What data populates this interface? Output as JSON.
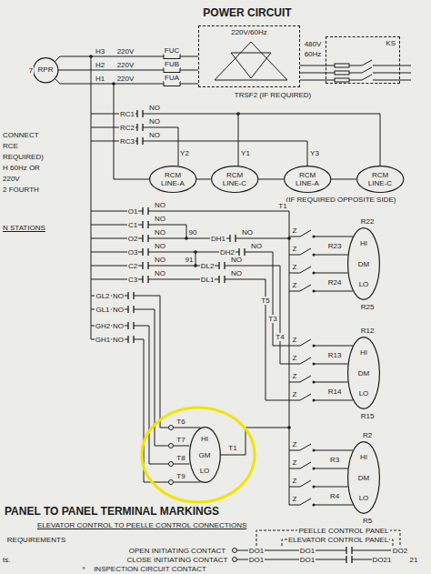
{
  "diagram": {
    "nodes": [
      {
        "text": [
          "RPR"
        ]
      },
      {
        "text": [
          "220V/60Hz"
        ]
      },
      {
        "text": [
          "KS"
        ]
      },
      {
        "text": [
          "RCM LINE-A"
        ]
      },
      {
        "text": [
          "RCM LINE-C"
        ]
      },
      {
        "text": [
          "RCM LINE-A"
        ]
      },
      {
        "text": [
          "RCM LINE-C"
        ]
      },
      {
        "text": [
          "HI",
          "DM",
          "LO"
        ]
      },
      {
        "text": [
          "HI",
          "DM",
          "LO"
        ]
      },
      {
        "text": [
          "HI",
          "DM",
          "LO"
        ]
      },
      {
        "text": [
          "HI",
          "GM",
          "LO"
        ]
      }
    ],
    "edges": [
      {
        "from": 3,
        "to": 4,
        "arrow": "none"
      },
      {
        "from": 4,
        "to": 5,
        "arrow": "none"
      },
      {
        "from": 5,
        "to": 6,
        "arrow": "none"
      }
    ],
    "labels": [
      "POWER CIRCUIT",
      "480V",
      "60Hz",
      "TRSF2 (IF REQUIRED)",
      "H3",
      "220V",
      "FUC",
      "H2",
      "220V",
      "FUB",
      "H1",
      "220V",
      "FUA",
      "7",
      "CONNECT",
      "RCE",
      "REQUIRED)",
      "H 60Hz OR",
      "220V",
      "2 FOURTH",
      "N STATIONS",
      "RC1",
      "NO",
      "Y1",
      "RC2",
      "NO",
      "Y2",
      "RC3",
      "NO",
      "Y3",
      "(IF REQUIRED OPPOSITE SIDE)",
      "O1",
      "NO",
      "C1",
      "NO",
      "O2",
      "NO",
      "90",
      "DH1",
      "NO",
      "T1",
      "O3",
      "NO",
      "91",
      "DH2",
      "NO",
      "T3",
      "C2",
      "NO",
      "DL2",
      "NO",
      "T4",
      "C3",
      "NO",
      "DL1",
      "NO",
      "T5",
      "GL2",
      "NO",
      "GL1",
      "NO",
      "GH2",
      "NO",
      "GH1",
      "NO",
      "R22",
      "Z",
      "R23",
      "Z",
      "Z",
      "R24",
      "Z",
      "R25",
      "R12",
      "Z",
      "R13",
      "Z",
      "Z",
      "R14",
      "Z",
      "R15",
      "T6",
      "T7",
      "T8",
      "T9",
      "T1",
      "R2",
      "Z",
      "R3",
      "Z",
      "Z",
      "R4",
      "Z",
      "R5",
      "PANEL TO PANEL TERMINAL MARKINGS",
      "ELEVATOR CONTROL TO PEELLE CONTROL CONNECTIONS",
      "PEELLE CONTROL PANEL",
      "ELEVATOR CONTROL PANEL",
      "REQUIREMENTS",
      "OPEN INITIATING CONTACT",
      "DO1",
      "DO1",
      "DO2",
      "ts.",
      "CLOSE INITIATING CONTACT",
      "DO1",
      "DO1",
      "DO21",
      "21",
      "*",
      "INSPECTION CIRCUIT CONTACT"
    ]
  }
}
